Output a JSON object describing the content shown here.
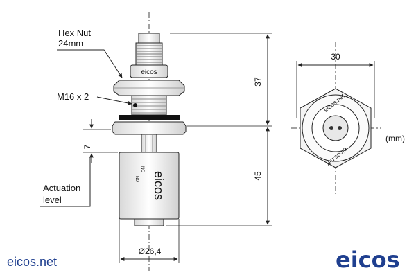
{
  "callouts": {
    "hex_nut_line1": "Hex Nut",
    "hex_nut_line2": "24mm",
    "thread": "M16 x 2",
    "actuation_line1": "Actuation",
    "actuation_line2": "level"
  },
  "dimensions": {
    "top_height": "37",
    "body_height": "45",
    "offset": "7",
    "diameter": "Ø26,4",
    "width_top_view": "30",
    "units": "(mm)"
  },
  "product_marks": {
    "nut_brand": "eicos",
    "body_brand": "eicos",
    "top_view_brand_upper": "eicos.net",
    "top_view_brand_lower": "eicos.net",
    "switch_no": "NO",
    "switch_nc": "NC"
  },
  "footer": {
    "url": "eicos.net",
    "logo": "eicos"
  },
  "colors": {
    "brand_blue": "#1f3f8f",
    "drawing_line": "#222222",
    "seal_black": "#111111"
  }
}
